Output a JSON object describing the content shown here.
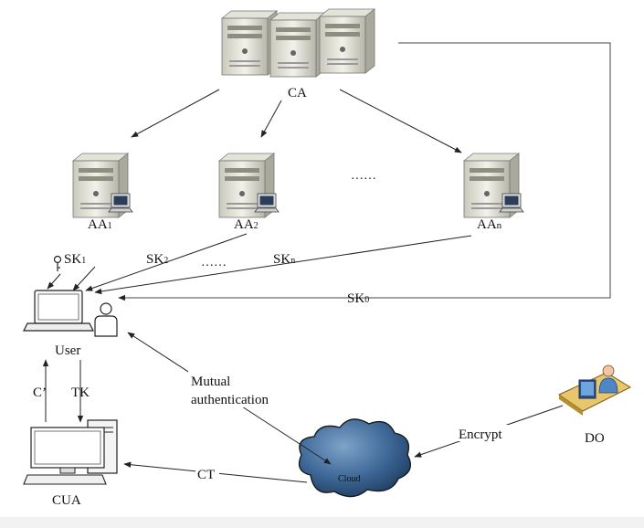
{
  "nodes": {
    "ca": "CA",
    "aa1_base": "AA",
    "aa1_sub": "1",
    "aa2_base": "AA",
    "aa2_sub": "2",
    "aan_base": "AA",
    "aan_sub": "n",
    "aa_ellipsis": "……",
    "user": "User",
    "cua": "CUA",
    "cloud": "Cloud",
    "do": "DO"
  },
  "edges": {
    "sk1_base": "SK",
    "sk1_sub": "1",
    "sk2_base": "SK",
    "sk2_sub": "2",
    "sk_ellipsis": "……",
    "skn_base": "SK",
    "skn_sub": "n",
    "sk0_base": "SK",
    "sk0_sub": "0",
    "c_prime": "C’",
    "tk": "TK",
    "mutual_line1": "Mutual",
    "mutual_line2": "authentication",
    "ct": "CT",
    "encrypt": "Encrypt"
  }
}
